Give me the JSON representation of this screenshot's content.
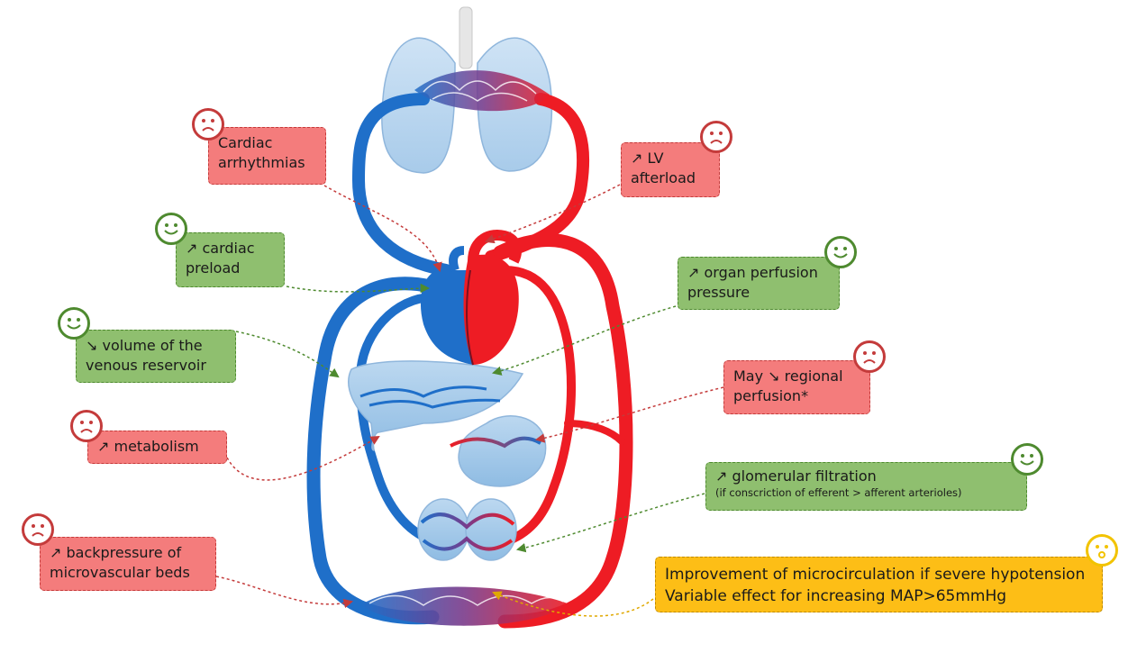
{
  "colors": {
    "negative": "#f47c7c",
    "positive": "#8fbf6f",
    "neutral": "#fdbe16",
    "venous": "#1f6fc9",
    "arterial": "#ee1c24"
  },
  "boxes": {
    "arrhythmias": {
      "lines": [
        "Cardiac",
        "arrhythmias"
      ],
      "face": "sad"
    },
    "lv_afterload": {
      "lines": [
        "↗ LV",
        "afterload"
      ],
      "face": "sad"
    },
    "preload": {
      "lines": [
        "↗ cardiac",
        "preload"
      ],
      "face": "happy"
    },
    "organ_perfusion": {
      "lines": [
        "↗ organ perfusion",
        "pressure"
      ],
      "face": "happy"
    },
    "venous_reservoir": {
      "lines": [
        "↘ volume of the",
        "venous reservoir"
      ],
      "face": "happy"
    },
    "regional_perfusion": {
      "lines": [
        "May ↘ regional",
        "perfusion*"
      ],
      "face": "sad"
    },
    "metabolism": {
      "lines": [
        "↗ metabolism"
      ],
      "face": "sad"
    },
    "glomerular": {
      "lines": [
        "↗ glomerular filtration"
      ],
      "subtext": "(if conscriction of efferent > afferent arterioles)",
      "face": "happy"
    },
    "backpressure": {
      "lines": [
        "↗ backpressure of",
        "microvascular beds"
      ],
      "face": "sad"
    },
    "microcirculation": {
      "lines": [
        "Improvement of microcirculation if severe hypotension",
        "Variable effect for increasing MAP>65mmHg"
      ],
      "face": "neutral"
    }
  }
}
